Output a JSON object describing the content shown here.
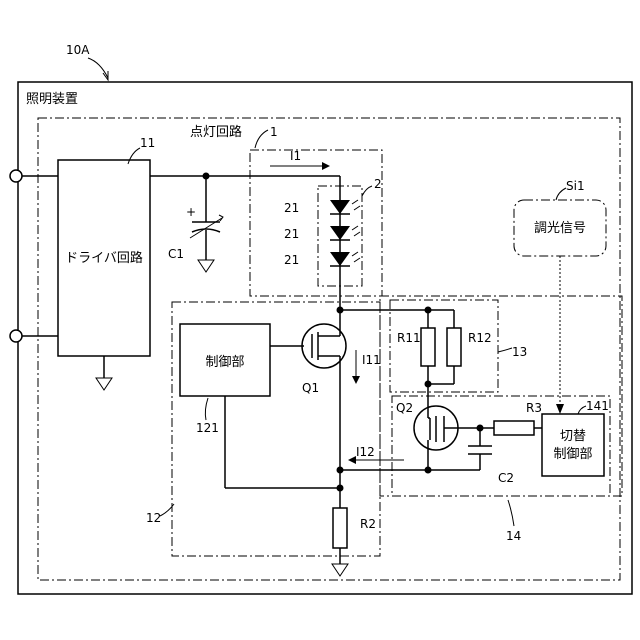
{
  "labels": {
    "device_ref": "10A",
    "device_name": "照明装置",
    "lighting_circuit": "点灯回路",
    "lighting_circuit_ref": "1",
    "driver_ref": "11",
    "driver_name": "ドライバ回路",
    "c1": "C1",
    "current_i1": "I1",
    "led_array_ref": "2",
    "led_ref": "21",
    "control_block_ref": "12",
    "controller_name": "制御部",
    "controller_ref": "121",
    "q1": "Q1",
    "current_i11": "I11",
    "current_i12": "I12",
    "r2": "R2",
    "r11": "R11",
    "r12": "R12",
    "resistor_block_ref": "13",
    "q2": "Q2",
    "r3": "R3",
    "c2": "C2",
    "switch_block_ref": "14",
    "switch_ctrl_ref": "141",
    "switch_ctrl_line1": "切替",
    "switch_ctrl_line2": "制御部",
    "signal_ref": "Si1",
    "signal_name": "調光信号"
  }
}
